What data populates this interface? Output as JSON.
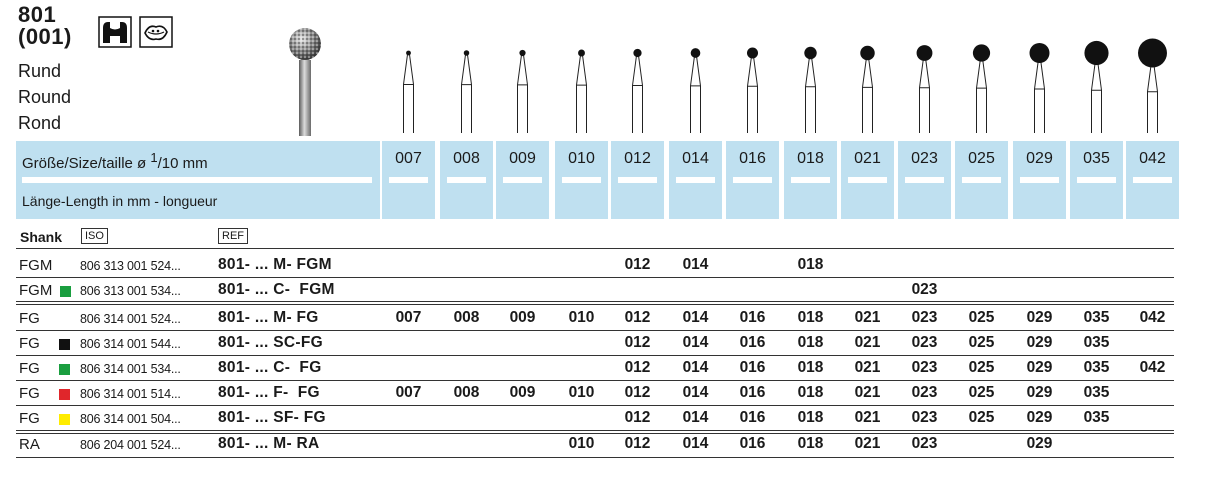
{
  "product": {
    "number": "801",
    "iso_number": "(001)",
    "names": [
      "Rund",
      "Round",
      "Rond"
    ]
  },
  "header": {
    "size_label": "Größe/Size/taille ø",
    "size_unit_num": "1",
    "size_unit_rest": "/10 mm",
    "length_label": "Länge-Length in mm - longueur",
    "sizes": [
      "007",
      "008",
      "009",
      "010",
      "012",
      "014",
      "016",
      "018",
      "021",
      "023",
      "025",
      "029",
      "035",
      "042"
    ]
  },
  "columns": {
    "shank": "Shank",
    "iso": "ISO",
    "ref": "REF"
  },
  "colors": {
    "header_bg": "#bfe0f0",
    "black": "#111111",
    "green": "#1a9e3f",
    "red": "#e0262b",
    "yellow": "#ffec00"
  },
  "rows": [
    {
      "shank": "FGM",
      "marker": "green-inline",
      "iso": "806 313 001 524...",
      "ref": "801- ... M- FGM",
      "cells": [
        "",
        "",
        "",
        "",
        "012",
        "014",
        "",
        "018",
        "",
        "",
        "",
        "",
        "",
        ""
      ]
    },
    {
      "shank": "FGM",
      "marker": "green",
      "iso": "806 313 001 534...",
      "ref": "801- ... C-  FGM",
      "cells": [
        "",
        "",
        "",
        "",
        "",
        "",
        "",
        "",
        "",
        "023",
        "",
        "",
        "",
        ""
      ]
    },
    {
      "shank": "FG",
      "marker": "",
      "iso": "806 314 001 524...",
      "ref": "801- ... M- FG",
      "cells": [
        "007",
        "008",
        "009",
        "010",
        "012",
        "014",
        "016",
        "018",
        "021",
        "023",
        "025",
        "029",
        "035",
        "042"
      ]
    },
    {
      "shank": "FG",
      "marker": "black",
      "iso": "806 314 001 544...",
      "ref": "801- ... SC-FG",
      "cells": [
        "",
        "",
        "",
        "",
        "012",
        "014",
        "016",
        "018",
        "021",
        "023",
        "025",
        "029",
        "035",
        ""
      ]
    },
    {
      "shank": "FG",
      "marker": "green",
      "iso": "806 314 001 534...",
      "ref": "801- ... C-  FG",
      "cells": [
        "",
        "",
        "",
        "",
        "012",
        "014",
        "016",
        "018",
        "021",
        "023",
        "025",
        "029",
        "035",
        "042"
      ]
    },
    {
      "shank": "FG",
      "marker": "red",
      "iso": "806 314 001 514...",
      "ref": "801- ... F-  FG",
      "cells": [
        "007",
        "008",
        "009",
        "010",
        "012",
        "014",
        "016",
        "018",
        "021",
        "023",
        "025",
        "029",
        "035",
        ""
      ]
    },
    {
      "shank": "FG",
      "marker": "yellow",
      "iso": "806 314 001 504...",
      "ref": "801- ... SF- FG",
      "cells": [
        "",
        "",
        "",
        "",
        "012",
        "014",
        "016",
        "018",
        "021",
        "023",
        "025",
        "029",
        "035",
        ""
      ]
    },
    {
      "shank": "RA",
      "marker": "",
      "iso": "806 204 001 524...",
      "ref": "801- ... M- RA",
      "cells": [
        "",
        "",
        "",
        "010",
        "012",
        "014",
        "016",
        "018",
        "021",
        "023",
        "",
        "029",
        "",
        ""
      ]
    }
  ]
}
